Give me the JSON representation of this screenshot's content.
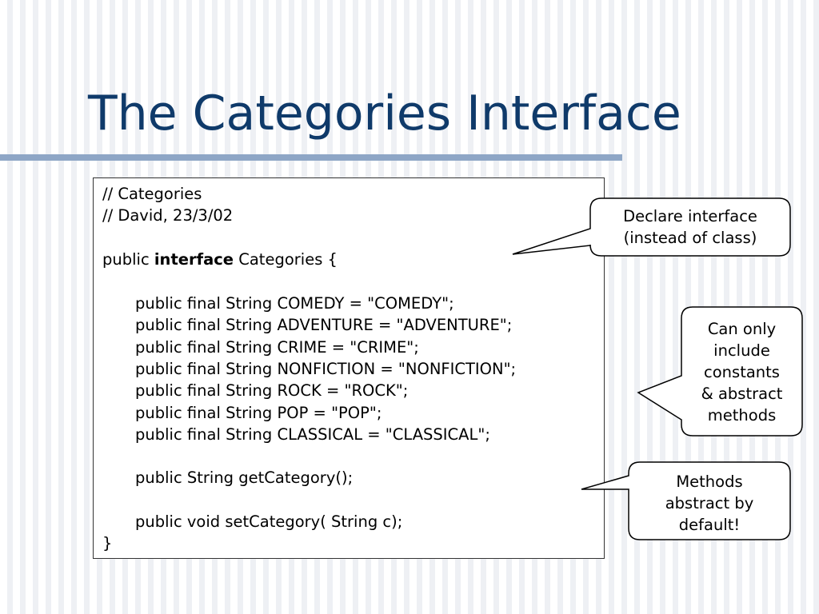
{
  "slide": {
    "title": "The Categories Interface"
  },
  "code": {
    "comment1": "// Categories",
    "comment2": "// David, 23/3/02",
    "decl_prefix": "public ",
    "decl_keyword": "interface",
    "decl_suffix": " Categories {",
    "constants": [
      "public final String COMEDY = \"COMEDY\";",
      "public final String ADVENTURE = \"ADVENTURE\";",
      "public final String CRIME = \"CRIME\";",
      "public final String NONFICTION = \"NONFICTION\";",
      "public final String ROCK = \"ROCK\";",
      "public final String POP = \"POP\";",
      "public final String CLASSICAL = \"CLASSICAL\";"
    ],
    "method_get": "public String getCategory();",
    "method_set": "public void setCategory( String c);",
    "closing": "}"
  },
  "callouts": {
    "declare": [
      "Declare interface",
      "(instead of class)"
    ],
    "constants": [
      "Can only",
      "include",
      "constants",
      "& abstract",
      "methods"
    ],
    "abstract": [
      "Methods",
      "abstract by",
      "default!"
    ]
  }
}
